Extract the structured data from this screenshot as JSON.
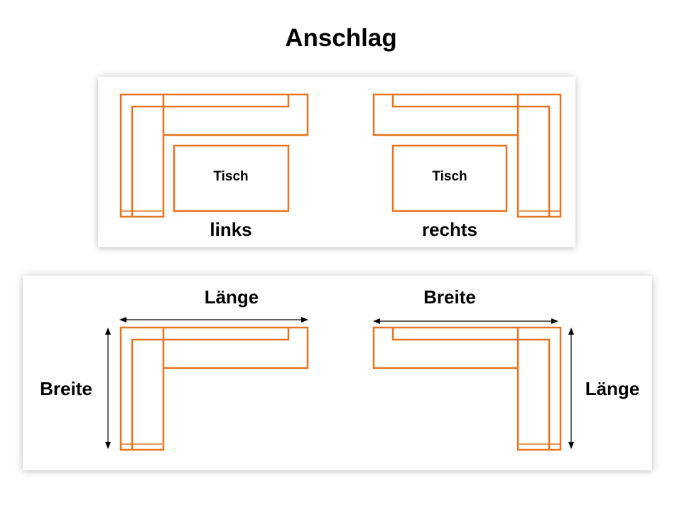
{
  "title": "Anschlag",
  "colors": {
    "sofa_outline": "#e8731e",
    "arrows": "#000000",
    "text": "#000000"
  },
  "orientation_panel": {
    "left": {
      "table_label": "Tisch",
      "caption": "links"
    },
    "right": {
      "table_label": "Tisch",
      "caption": "rechts"
    }
  },
  "dimension_panel": {
    "left": {
      "horizontal_label": "Länge",
      "vertical_label": "Breite"
    },
    "right": {
      "horizontal_label": "Breite",
      "vertical_label": "Länge"
    }
  }
}
